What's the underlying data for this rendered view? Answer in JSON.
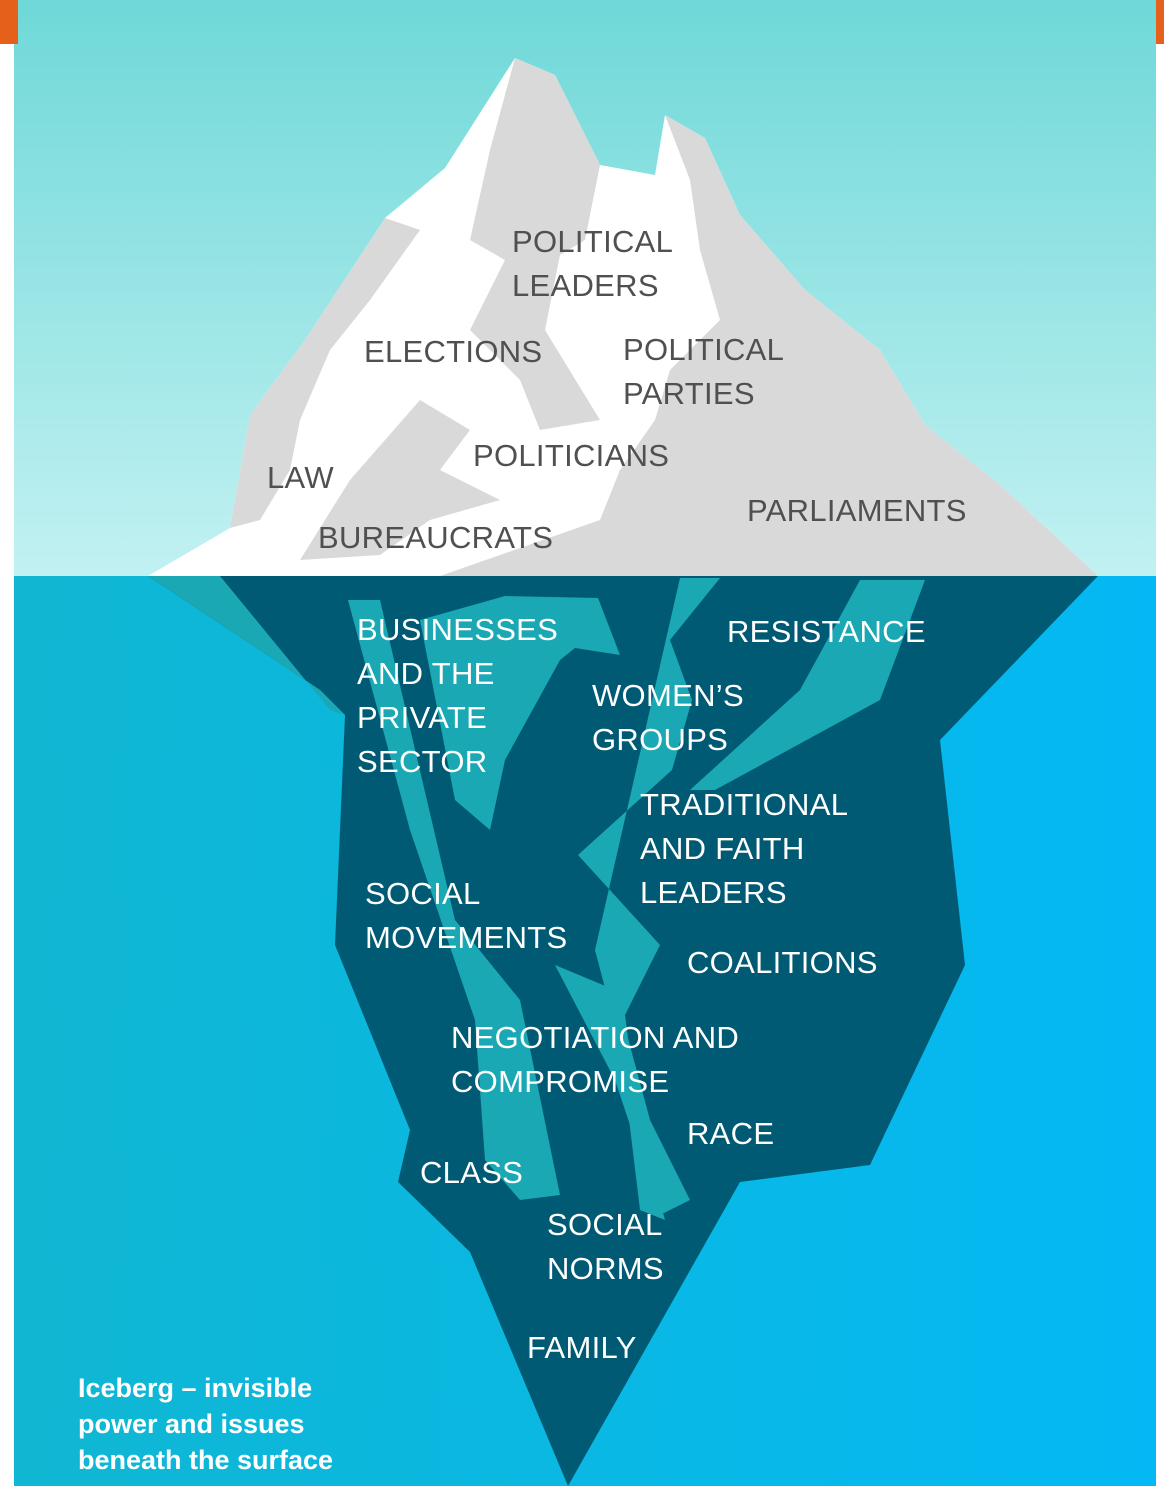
{
  "colors": {
    "sky_top": "#6fd8d8",
    "sky_bottom": "#c2f1f2",
    "water": "#10b7d2",
    "water_right": "#03b8f4",
    "berg_dark": "#005a74",
    "berg_stream": "#1aa8b4",
    "ice_light": "#ffffff",
    "ice_shadow": "#d9d9d9",
    "accent": "#e5601a",
    "label_above": "#505050",
    "label_below": "#ffffff"
  },
  "above_water": [
    "POLITICAL\nLEADERS",
    "ELECTIONS",
    "POLITICAL\nPARTIES",
    "POLITICIANS",
    "LAW",
    "PARLIAMENTS",
    "BUREAUCRATS"
  ],
  "below_water": [
    "BUSINESSES\nAND THE\nPRIVATE\nSECTOR",
    "RESISTANCE",
    "WOMEN’S\nGROUPS",
    "TRADITIONAL\nAND FAITH\nLEADERS",
    "SOCIAL\nMOVEMENTS",
    "COALITIONS",
    "NEGOTIATION AND\nCOMPROMISE",
    "RACE",
    "CLASS",
    "SOCIAL\nNORMS",
    "FAMILY"
  ],
  "caption": "Iceberg – invisible\npower and issues\nbeneath the surface"
}
